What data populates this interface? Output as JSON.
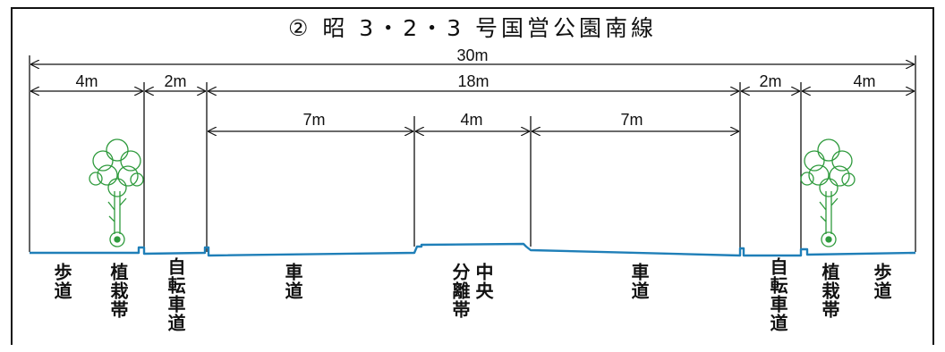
{
  "title": "② 昭 3・2・3 号国営公園南線",
  "dimensions": {
    "total": "30m",
    "left_walk": "4m",
    "left_bike": "2m",
    "carriageway": "18m",
    "right_bike": "2m",
    "right_walk": "4m",
    "lane_left": "7m",
    "median": "4m",
    "lane_right": "7m"
  },
  "labels": {
    "left_sidewalk": "歩道",
    "left_planting": "植栽帯",
    "left_bikeway": "自転車道",
    "left_roadway": "車道",
    "median_a": "分離帯",
    "median_b": "中央",
    "right_roadway": "車道",
    "right_bikeway": "自転車道",
    "right_planting": "植栽帯",
    "right_sidewalk": "歩道"
  },
  "colors": {
    "ground_line": "#1f7fb8",
    "tree": "#2e9a3c",
    "ink": "#111111"
  }
}
